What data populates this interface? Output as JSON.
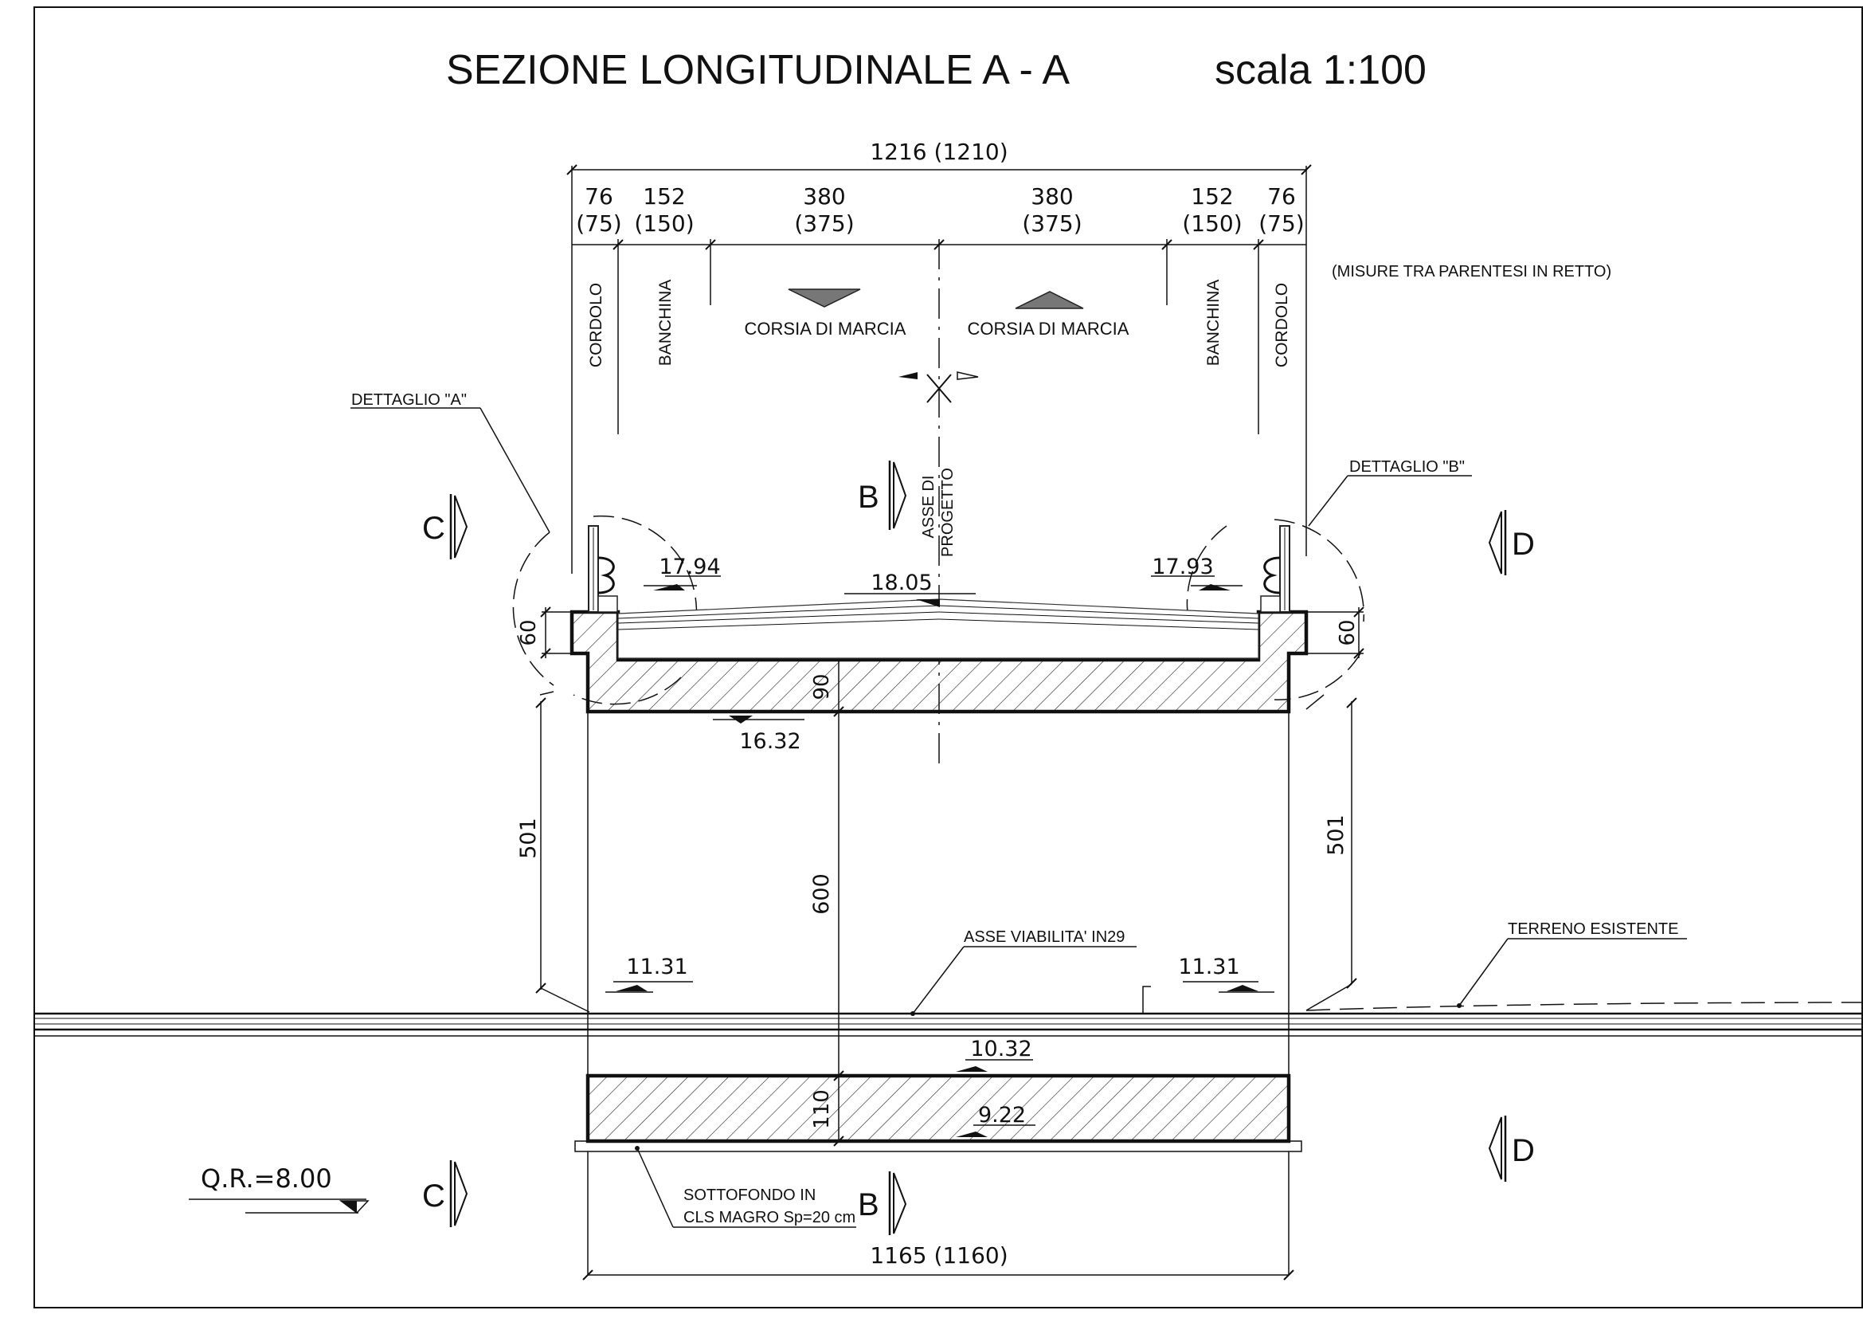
{
  "title": "SEZIONE  LONGITUDINALE   A - A",
  "scale": "scala 1:100",
  "note": "(MISURE TRA PARENTESI IN RETTO)",
  "top_total_dim": "1216  (1210)",
  "bottom_total_dim": "1165  (1160)",
  "segments": [
    {
      "value": "76",
      "paren": "(75)"
    },
    {
      "value": "152",
      "paren": "(150)"
    },
    {
      "value": "380",
      "paren": "(375)"
    },
    {
      "value": "380",
      "paren": "(375)"
    },
    {
      "value": "152",
      "paren": "(150)"
    },
    {
      "value": "76",
      "paren": "(75)"
    }
  ],
  "zones": {
    "cordolo_left": "CORDOLO",
    "banchina_left": "BANCHINA",
    "corsia_left": "CORSIA DI MARCIA",
    "corsia_right": "CORSIA DI MARCIA",
    "banchina_right": "BANCHINA",
    "cordolo_right": "CORDOLO"
  },
  "axis_label_1": "ASSE DI",
  "axis_label_2": "PROGETTO",
  "detail_a": "DETTAGLIO \"A\"",
  "detail_b": "DETTAGLIO \"B\"",
  "section_markers": {
    "b": "B",
    "c": "C",
    "d": "D"
  },
  "elevations": {
    "top_left": "17.94",
    "top_center": "18.05",
    "top_right": "17.93",
    "deck_bottom": "16.32",
    "ground_left": "11.31",
    "ground_right": "11.31",
    "base_top": "10.32",
    "base_bottom": "9.22"
  },
  "dims": {
    "kerb_left": "60",
    "kerb_right": "60",
    "deck_thickness": "90",
    "clearance_left": "501",
    "clearance_right": "501",
    "clearance_center": "600",
    "base_thickness": "110"
  },
  "asse_viabilita": "ASSE VIABILITA' IN29",
  "terreno": "TERRENO ESISTENTE",
  "sottofondo_1": "SOTTOFONDO IN",
  "sottofondo_2": "CLS MAGRO Sp=20 cm",
  "qr": "Q.R.=8.00"
}
